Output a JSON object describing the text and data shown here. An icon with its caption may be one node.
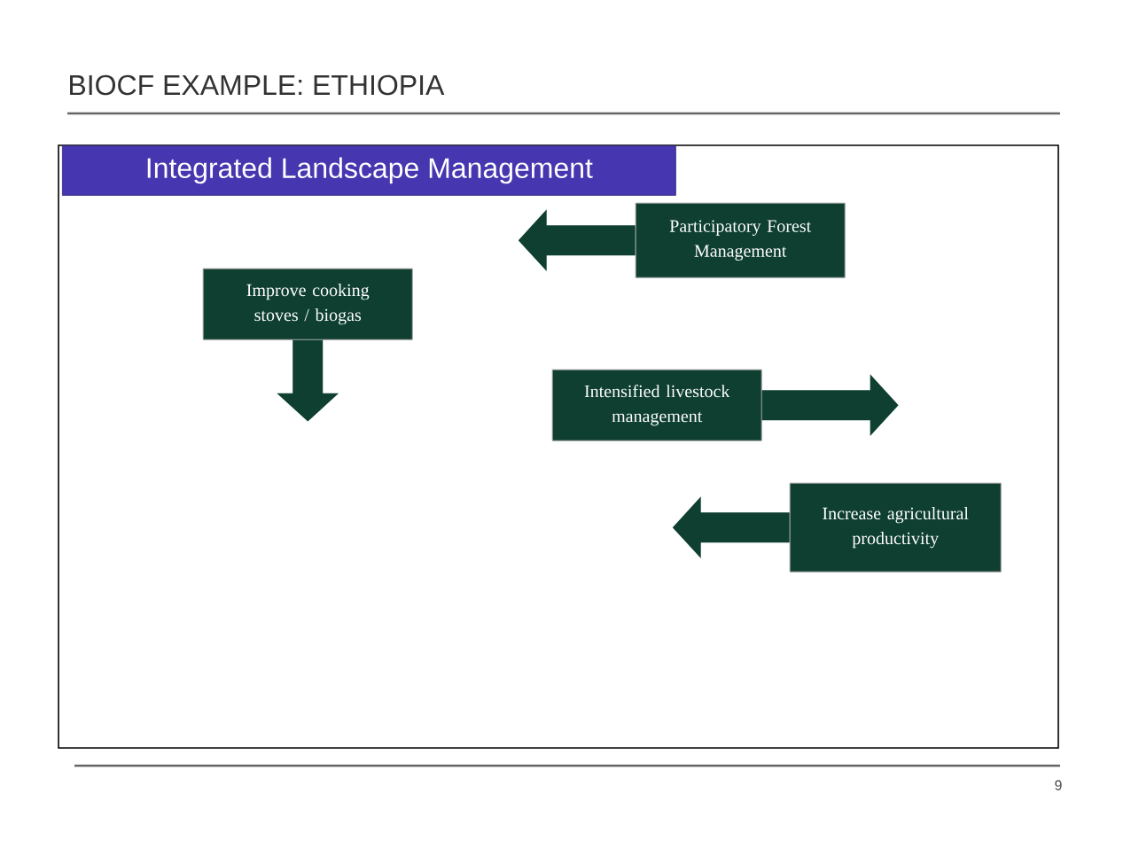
{
  "diagram": {
    "title": "BIOCF EXAMPLE: ETHIOPIA",
    "nodes": [
      {
        "text": [
          "Integrated Landscape Management"
        ]
      },
      {
        "text": [
          "Participatory Forest Management"
        ],
        "in": 0
      },
      {
        "text": [
          "Improve cooking stoves / biogas"
        ],
        "in": 0
      },
      {
        "text": [
          "Intensified livestock management"
        ],
        "in": 0
      },
      {
        "text": [
          "Increase agricultural productivity"
        ],
        "in": 0
      }
    ],
    "edges": [
      {
        "from": 1,
        "to": null,
        "arrow": "to"
      },
      {
        "from": 2,
        "to": null,
        "arrow": "to"
      },
      {
        "from": 3,
        "to": null,
        "arrow": "to"
      },
      {
        "from": 4,
        "to": null,
        "arrow": "to"
      }
    ],
    "labels": [
      "9"
    ]
  }
}
